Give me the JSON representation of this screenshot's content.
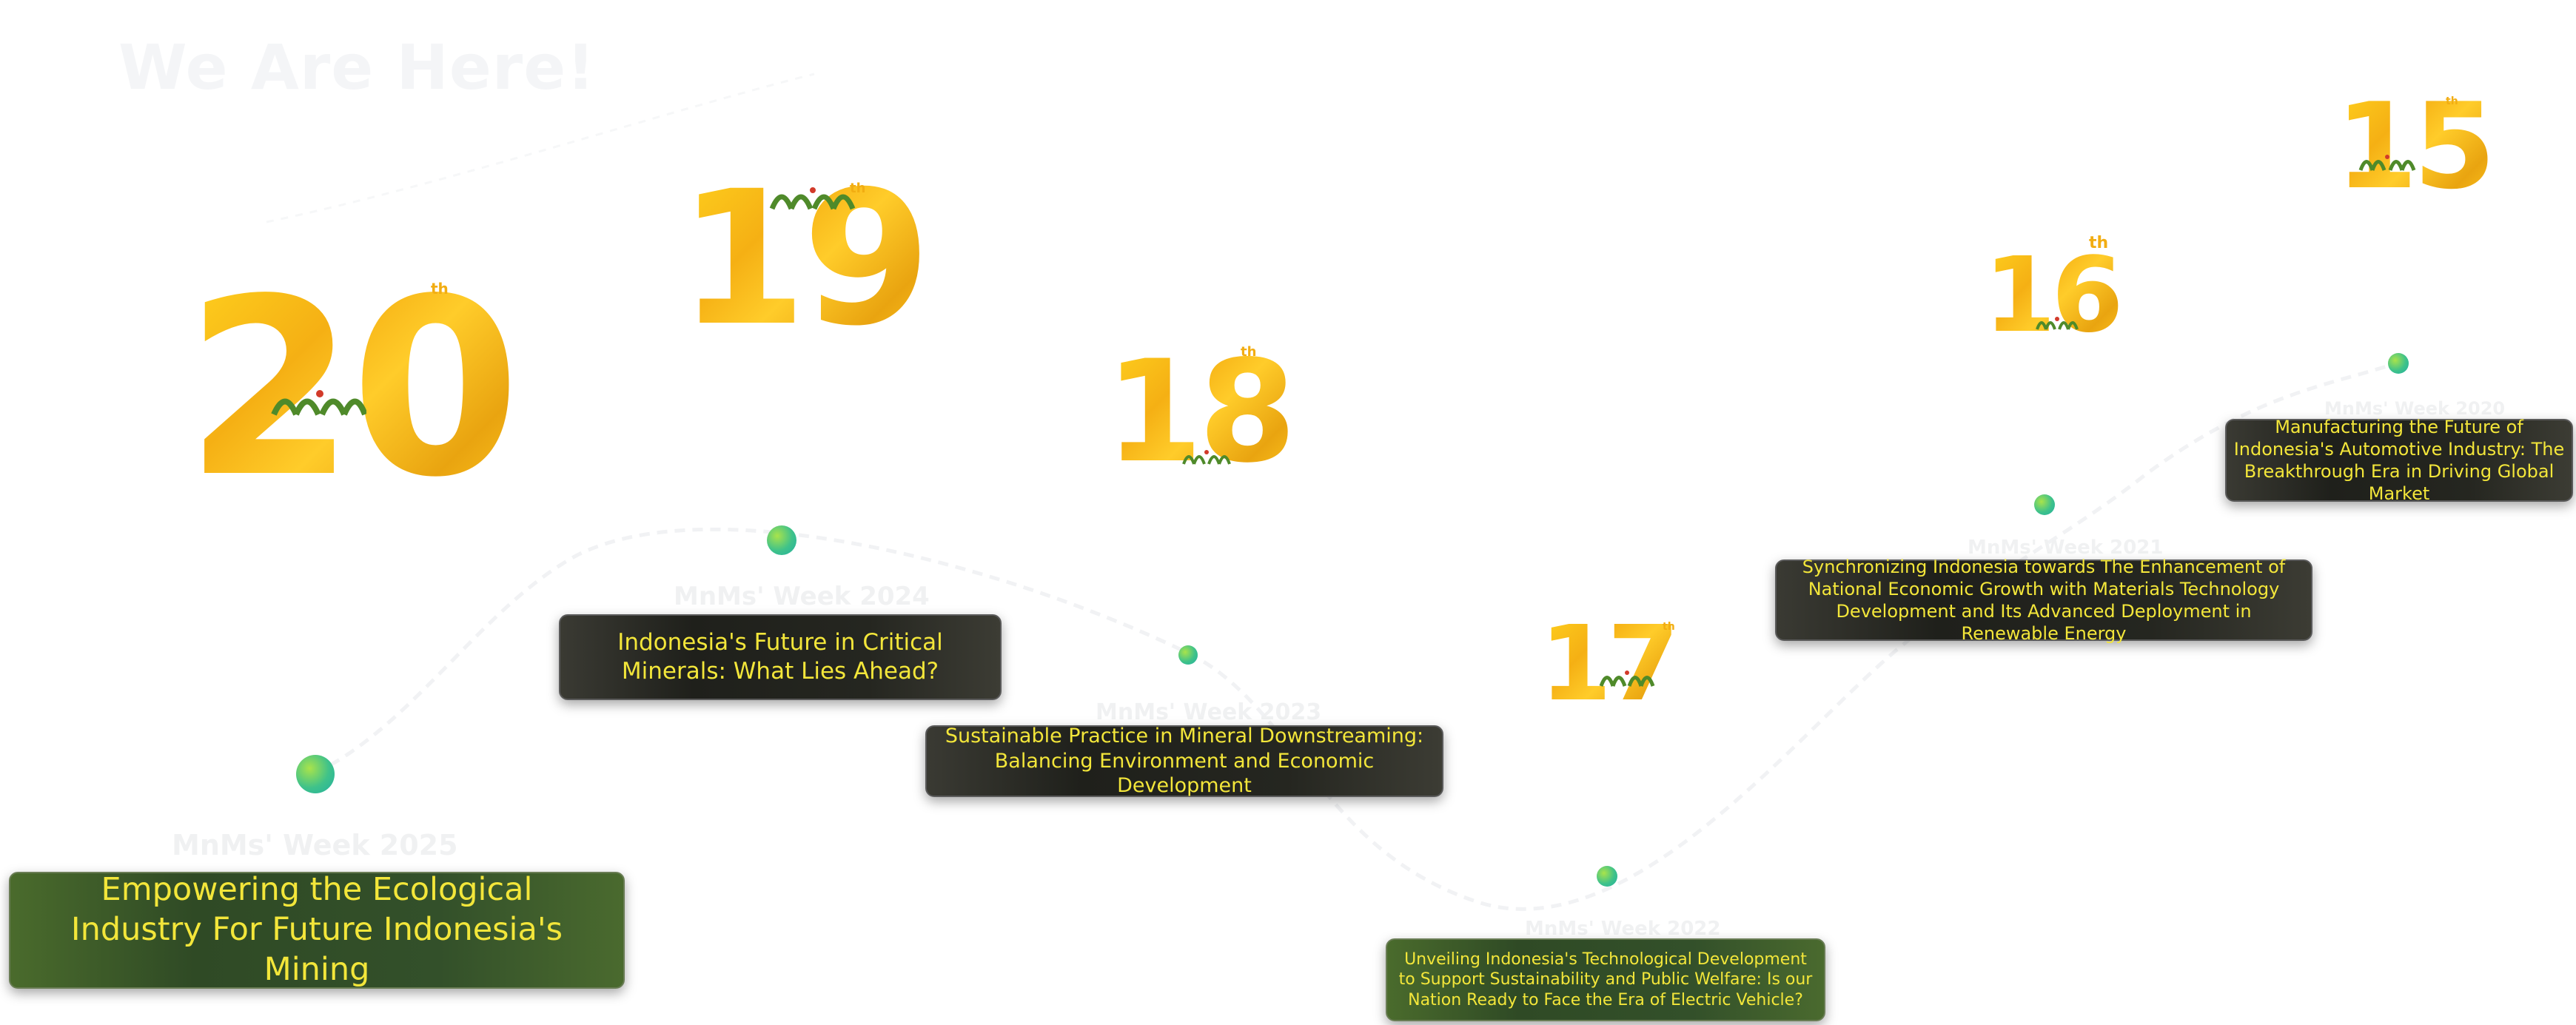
{
  "page": {
    "title": "We Are Here!"
  },
  "milestones": [
    {
      "edition": "20",
      "suffix": "th",
      "week_label": "MnMs' Week 2025",
      "topic": "Empowering the Ecological Industry For Future Indonesia's Mining"
    },
    {
      "edition": "19",
      "suffix": "th",
      "week_label": "MnMs' Week 2024",
      "topic": "Indonesia's Future in Critical Minerals: What Lies Ahead?"
    },
    {
      "edition": "18",
      "suffix": "th",
      "week_label": "MnMs' Week 2023",
      "topic": "Sustainable Practice in Mineral Downstreaming: Balancing Environment and Economic Development"
    },
    {
      "edition": "17",
      "suffix": "th",
      "week_label": "MnMs' Week 2022",
      "topic": "Unveiling Indonesia's Technological Development to Support Sustainability and Public Welfare: Is our Nation Ready to Face the Era of Electric Vehicle?"
    },
    {
      "edition": "16",
      "suffix": "th",
      "week_label": "MnMs' Week 2021",
      "topic": "Synchronizing Indonesia towards The Enhancement of National Economic Growth with Materials Technology Development and Its Advanced Deployment in Renewable Energy"
    },
    {
      "edition": "15",
      "suffix": "th",
      "week_label": "MnMs' Week 2020",
      "topic": "Manufacturing the Future of Indonesia's Automotive Industry: The Breakthrough Era in Driving Global Market"
    }
  ],
  "logo": {
    "text": "MnM",
    "colors": {
      "green": "#4f8a2a",
      "red": "#d23a2a"
    }
  },
  "colors": {
    "gold": "#f2ad12",
    "card_text": "#f3e63a",
    "dot": "#3fc28a"
  }
}
